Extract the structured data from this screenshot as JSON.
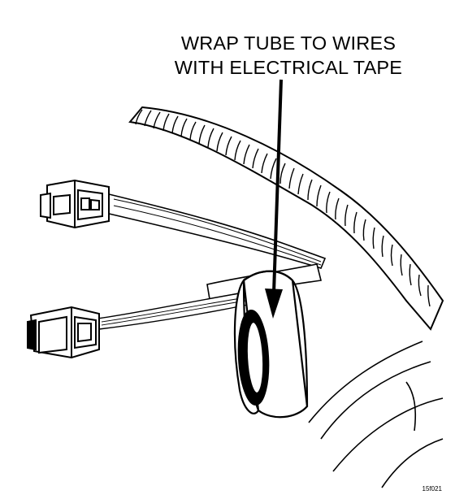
{
  "callout": {
    "line1": "WRAP TUBE TO WIRES",
    "line2": "WITH ELECTRICAL TAPE"
  },
  "figure_id": "15f021"
}
